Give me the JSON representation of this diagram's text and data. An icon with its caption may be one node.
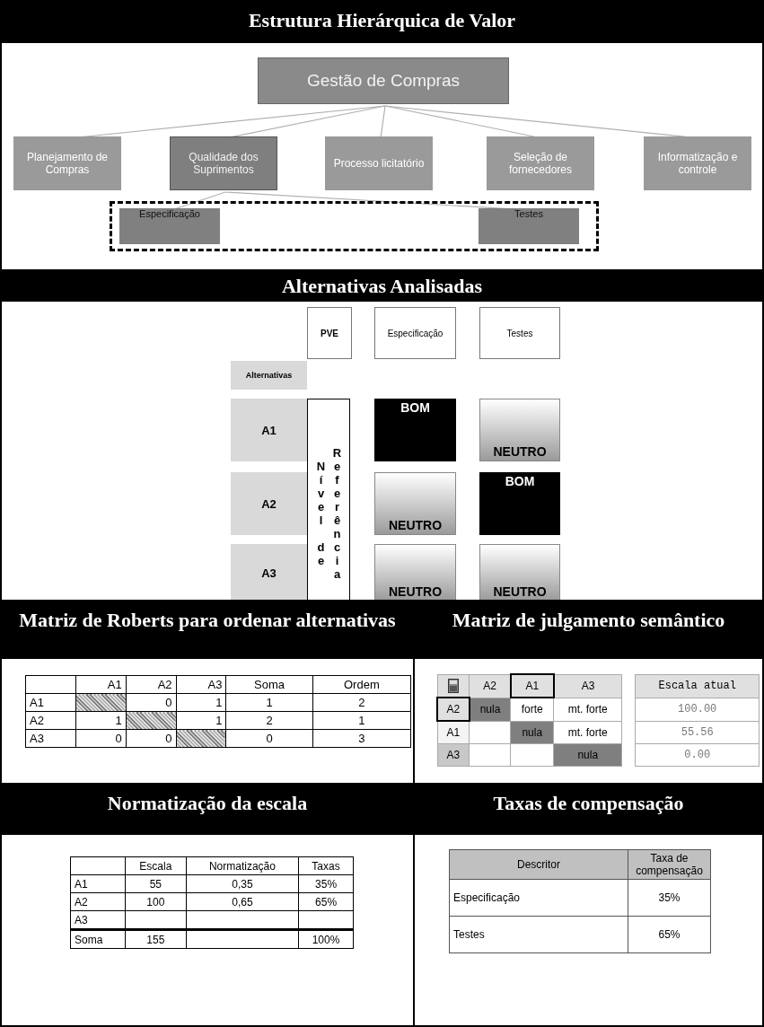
{
  "diagram": {
    "nodes": [
      {
        "text": [
          "Estrutura Hierárquica de Valor"
        ]
      },
      {
        "text": [
          "Gestão de Compras"
        ],
        "in": 0
      },
      {
        "text": [
          "Planejamento de Compras"
        ],
        "in": 0
      },
      {
        "text": [
          "Qualidade dos Suprimentos"
        ],
        "in": 0
      },
      {
        "text": [
          "Processo licitatório"
        ],
        "in": 0
      },
      {
        "text": [
          "Seleção de fornecedores"
        ],
        "in": 0
      },
      {
        "text": [
          "Informatização e controle"
        ],
        "in": 0
      },
      {
        "text": [],
        "shape": "box",
        "in": 0
      },
      {
        "text": [
          "Especificação"
        ],
        "in": 7
      },
      {
        "text": [
          "Testes"
        ],
        "in": 7
      },
      {
        "text": [
          "Alternativas Analisadas"
        ]
      },
      {
        "text": [
          "PVE"
        ],
        "in": 10
      },
      {
        "text": [
          "Especificação"
        ],
        "in": 10
      },
      {
        "text": [
          "Testes"
        ],
        "in": 10
      },
      {
        "text": [
          "Alternativas"
        ],
        "in": 10
      },
      {
        "text": [
          "A1"
        ],
        "in": 10
      },
      {
        "text": [
          "Nível de Referência"
        ],
        "in": 10
      },
      {
        "text": [
          "BOM"
        ],
        "in": 10
      },
      {
        "text": [
          "NEUTRO"
        ],
        "in": 10
      },
      {
        "text": [
          "A2"
        ],
        "in": 10
      },
      {
        "text": [
          "NEUTRO"
        ],
        "in": 10
      },
      {
        "text": [
          "BOM"
        ],
        "in": 10
      },
      {
        "text": [
          "A3"
        ],
        "in": 10
      },
      {
        "text": [
          "NEUTRO"
        ],
        "in": 10
      },
      {
        "text": [
          "NEUTRO"
        ],
        "in": 10
      },
      {
        "text": [
          "Matriz de Roberts para ordenar alternativas"
        ]
      },
      {
        "text": [
          "Matriz de julgamento semântico"
        ]
      },
      {
        "text": [
          "Normatização da escala"
        ]
      },
      {
        "text": [
          "Taxas de compensação"
        ]
      }
    ],
    "edges": [
      {
        "from": 1,
        "to": 2,
        "arrow": "none"
      },
      {
        "from": 1,
        "to": 3,
        "arrow": "none"
      },
      {
        "from": 1,
        "to": 4,
        "arrow": "none"
      },
      {
        "from": 1,
        "to": 5,
        "arrow": "none"
      },
      {
        "from": 1,
        "to": 6,
        "arrow": "none"
      },
      {
        "from": 3,
        "to": 8,
        "arrow": "none"
      },
      {
        "from": 3,
        "to": 9,
        "arrow": "none"
      }
    ],
    "labels": [
      "A1",
      "A2",
      "A3",
      "Soma",
      "Ordem",
      "A1",
      "0",
      "1",
      "1",
      "2",
      "A2",
      "1",
      "1",
      "2",
      "1",
      "A3",
      "0",
      "0",
      "0",
      "3",
      "A2",
      "A1",
      "A3",
      "Escala atual",
      "A2",
      "nula",
      "forte",
      "mt. forte",
      "100.00",
      "A1",
      "nula",
      "mt. forte",
      "55.56",
      "A3",
      "nula",
      "0.00",
      "Escala",
      "Normatização",
      "Taxas",
      "A1",
      "55",
      "0,35",
      "35%",
      "A2",
      "100",
      "0,65",
      "65%",
      "A3",
      "Soma",
      "155",
      "100%",
      "Descritor",
      "Taxa de compensação",
      "Especificação",
      "35%",
      "Testes",
      "65%"
    ]
  }
}
